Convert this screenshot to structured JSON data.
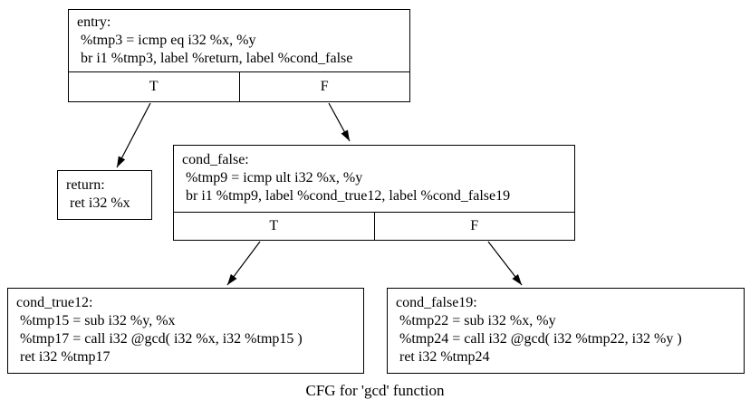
{
  "caption": "CFG for 'gcd' function",
  "colors": {
    "background": "#ffffff",
    "line": "#000000",
    "text": "#000000"
  },
  "blocks": {
    "entry": {
      "lines": [
        "entry:",
        " %tmp3 = icmp eq i32 %x, %y",
        " br i1 %tmp3, label %return, label %cond_false"
      ],
      "true_label": "T",
      "false_label": "F"
    },
    "return": {
      "lines": [
        "return:",
        " ret i32 %x"
      ]
    },
    "cond_false": {
      "lines": [
        "cond_false:",
        " %tmp9 = icmp ult i32 %x, %y",
        " br i1 %tmp9, label %cond_true12, label %cond_false19"
      ],
      "true_label": "T",
      "false_label": "F"
    },
    "cond_true12": {
      "lines": [
        "cond_true12:",
        " %tmp15 = sub i32 %y, %x",
        " %tmp17 = call i32 @gcd( i32 %x, i32 %tmp15 )",
        " ret i32 %tmp17"
      ]
    },
    "cond_false19": {
      "lines": [
        "cond_false19:",
        " %tmp22 = sub i32 %x, %y",
        " %tmp24 = call i32 @gcd( i32 %tmp22, i32 %y )",
        " ret i32 %tmp24"
      ]
    }
  }
}
